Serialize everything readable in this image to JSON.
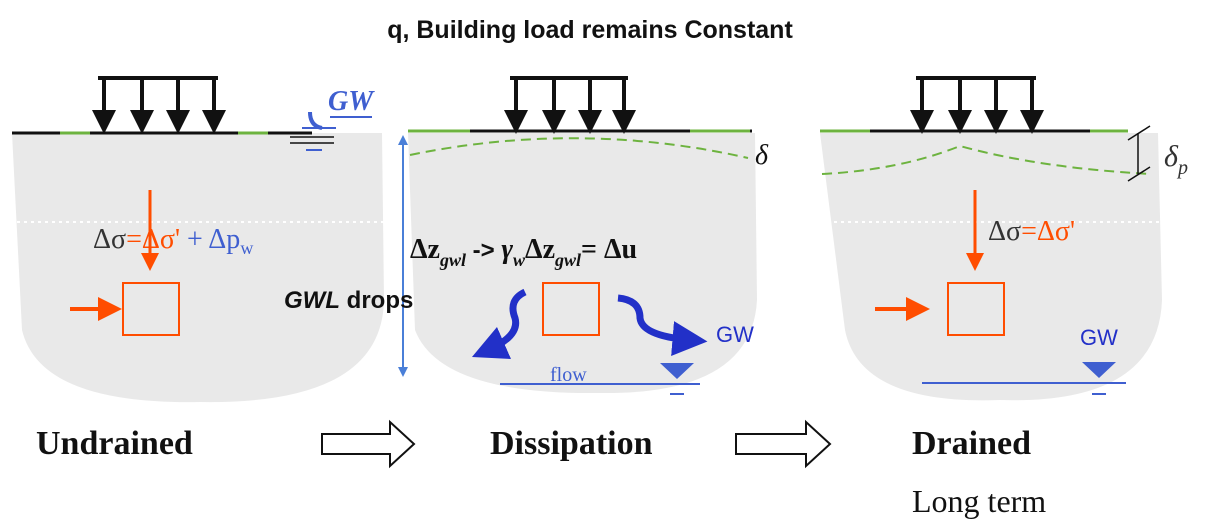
{
  "title": "q, Building load remains Constant",
  "colors": {
    "soil": "#e9e9e9",
    "stress": "#ff4d00",
    "water": "#3f5fd0",
    "flow_arrow": "#2230c8",
    "settlement": "#6db33f",
    "gwl_arrow": "#4a7fd8",
    "ink": "#111111"
  },
  "panels": [
    {
      "id": "undrained",
      "stage_label": "Undrained",
      "gw_label": "GW",
      "eq_part1": "Δσ",
      "eq_part2": "=Δσ'",
      "eq_part3": " + Δp",
      "eq_subscript": "w"
    },
    {
      "id": "dissipation",
      "stage_label": "Dissipation",
      "delta_symbol": "δ",
      "eq_a": "Δz",
      "eq_a_sub": "gwl",
      "eq_arrow": " -> ",
      "eq_gamma": "γ",
      "eq_gamma_sub": "w",
      "eq_b": "Δz",
      "eq_b_sub": "gwl",
      "eq_end": "= Δu",
      "gwl_word": "GWL",
      "gwl_rest": " drops",
      "gw_label": "GW",
      "flow_label": "flow"
    },
    {
      "id": "drained",
      "stage_label": "Drained",
      "sub_label": "Long term",
      "delta_symbol": "δ",
      "delta_sub": "p",
      "eq_part1": "Δσ",
      "eq_part2": "=Δσ'",
      "gw_label": "GW"
    }
  ],
  "icons": [
    "down-arrow-icon",
    "right-arrow-icon",
    "water-table-icon",
    "flow-arrow-icon",
    "double-arrow-icon"
  ]
}
